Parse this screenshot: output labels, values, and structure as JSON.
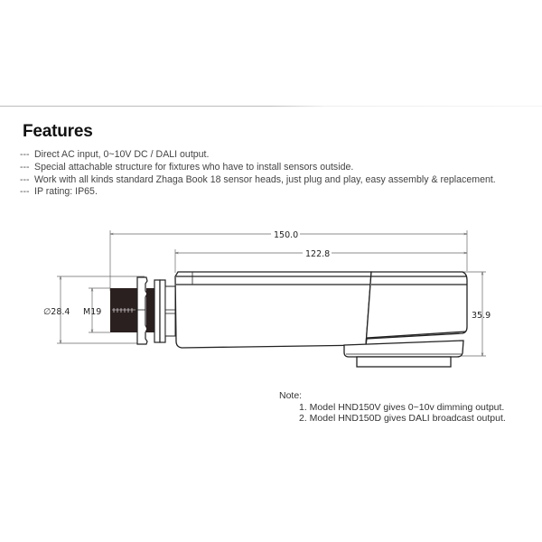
{
  "section": {
    "title": "Features"
  },
  "features": {
    "bullet": "---",
    "items": [
      "Direct AC input, 0~10V DC / DALI output.",
      "Special attachable structure for fixtures who have to install sensors outside.",
      "Work with all kinds standard Zhaga Book 18 sensor heads, just plug and play, easy assembly & replacement.",
      "IP rating: IP65."
    ]
  },
  "drawing": {
    "dimensions": {
      "overall_length": "150.0",
      "body_length": "122.8",
      "height": "35.9",
      "diameter": "∅28.4",
      "thread": "M19"
    }
  },
  "note": {
    "label": "Note:",
    "items": [
      "1. Model HND150V gives 0~10v dimming output.",
      "2. Model HND150D gives DALI broadcast output."
    ]
  }
}
